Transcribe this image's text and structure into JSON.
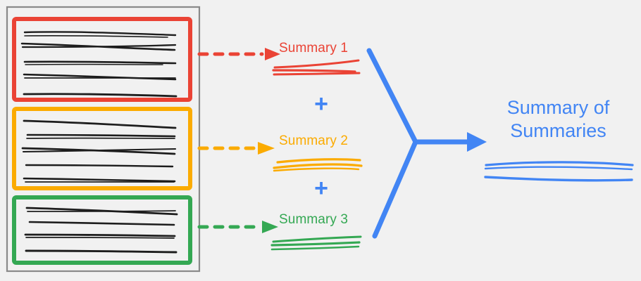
{
  "diagram": {
    "title_text": "Summary of Summaries",
    "background_color": "#f1f1f1",
    "container": {
      "name": "source-document-stack",
      "border_color": "#808080"
    },
    "groups": [
      {
        "id": "group-1",
        "color": "#ea4335",
        "box_name": "document-group-red",
        "arrow_name": "dashed-arrow-red",
        "summary_label": "Summary 1",
        "summary_name": "summary-1",
        "lines": 5
      },
      {
        "id": "group-2",
        "color": "#fbab00",
        "box_name": "document-group-orange",
        "arrow_name": "dashed-arrow-orange",
        "summary_label": "Summary 2",
        "summary_name": "summary-2",
        "lines": 5
      },
      {
        "id": "group-3",
        "color": "#34a853",
        "box_name": "document-group-green",
        "arrow_name": "dashed-arrow-green",
        "summary_label": "Summary 3",
        "summary_name": "summary-3",
        "lines": 4
      }
    ],
    "operators": [
      {
        "name": "plus-operator-1",
        "symbol": "+",
        "color": "#4285f4"
      },
      {
        "name": "plus-operator-2",
        "symbol": "+",
        "color": "#4285f4"
      }
    ],
    "merge": {
      "name": "merge-arrow",
      "color": "#4285f4"
    },
    "final": {
      "name": "summary-of-summaries",
      "line_1": "Summary of",
      "line_2": "Summaries",
      "color": "#4285f4"
    }
  }
}
